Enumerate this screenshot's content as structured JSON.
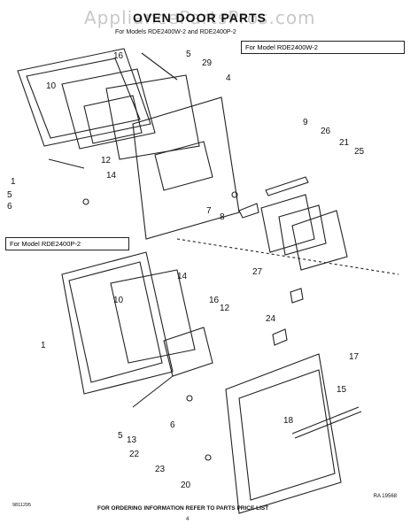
{
  "watermark": "AppliancePartsPros.com",
  "title": "OVEN DOOR PARTS",
  "subtitle": "For Models RDE2400W-2 and RDE2400P-2",
  "model_box_top": "For Model   RDE2400W-2",
  "model_box_bottom": "For Model RDE2400P-2",
  "footer": "FOR ORDERING INFORMATION REFER TO PARTS PRICE LIST",
  "doc_code": "9811295",
  "page_number": "4",
  "drawing_ref": "RA 19568",
  "callouts": [
    "1",
    "5",
    "6",
    "10",
    "14",
    "16",
    "5",
    "29",
    "4",
    "12",
    "9",
    "26",
    "21",
    "25",
    "7",
    "8",
    "27",
    "14",
    "10",
    "1",
    "16",
    "12",
    "24",
    "17",
    "15",
    "18",
    "5",
    "13",
    "6",
    "22",
    "23",
    "20"
  ]
}
